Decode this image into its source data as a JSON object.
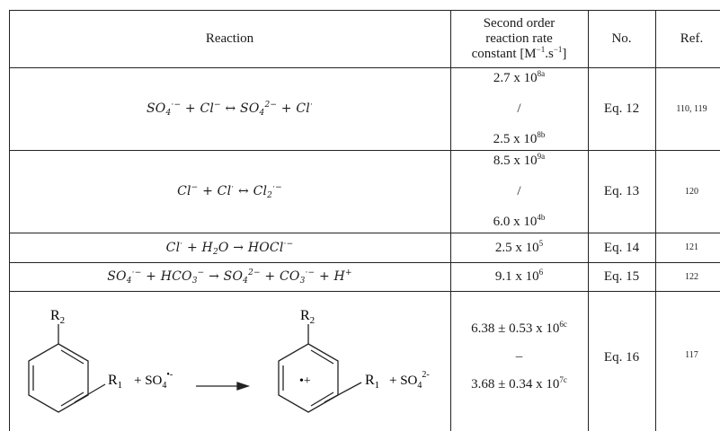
{
  "header": {
    "reaction": "Reaction",
    "rate_line1": "Second order",
    "rate_line2": "reaction rate",
    "rate_line3_prefix": "constant [M",
    "rate_line3_exp1": "−1",
    "rate_line3_mid": ".s",
    "rate_line3_exp2": "−1",
    "rate_line3_suffix": "]",
    "no": "No.",
    "ref": "Ref."
  },
  "rows": [
    {
      "lhs1": "SO",
      "lhs1_sub": "4",
      "lhs1_sup": "·−",
      "lhs2": "Cl",
      "lhs2_sup": "−",
      "arrow": "↔",
      "rhs1": "SO",
      "rhs1_sub": "4",
      "rhs1_sup": "2−",
      "rhs2": "Cl",
      "rhs2_sup": "·",
      "rate_a": "2.7 x 10",
      "rate_a_sup": "8a",
      "sep": "/",
      "rate_b": "2.5 x 10",
      "rate_b_sup": "8b",
      "eq": "Eq. 12",
      "ref": "110, 119"
    },
    {
      "lhs1": "Cl",
      "lhs1_sup": "−",
      "lhs2": "Cl",
      "lhs2_sup": "·",
      "arrow": "↔",
      "rhs1": "Cl",
      "rhs1_sub": "2",
      "rhs1_sup": "·−",
      "rate_a": "8.5 x 10",
      "rate_a_sup": "9a",
      "sep": "/",
      "rate_b": "6.0 x 10",
      "rate_b_sup": "4b",
      "eq": "Eq. 13",
      "ref": "120"
    },
    {
      "lhs1": "Cl",
      "lhs1_sup": "·",
      "lhs2": "H",
      "lhs2_sub": "2",
      "lhs2_tail": "O",
      "arrow": "→",
      "rhs1": "HOCl",
      "rhs1_sup": "·−",
      "rate": "2.5 x 10",
      "rate_sup": "5",
      "eq": "Eq. 14",
      "ref": "121"
    },
    {
      "lhs1": "SO",
      "lhs1_sub": "4",
      "lhs1_sup": "·−",
      "lhs2": "HCO",
      "lhs2_sub": "3",
      "lhs2_sup": "−",
      "arrow": "→",
      "rhs1": "SO",
      "rhs1_sub": "4",
      "rhs1_sup": "2−",
      "rhs2": "CO",
      "rhs2_sub": "3",
      "rhs2_sup": "·−",
      "rhs3": "H",
      "rhs3_sup": "+",
      "rate": "9.1 x 10",
      "rate_sup": "6",
      "eq": "Eq. 15",
      "ref": "122"
    },
    {
      "scheme": {
        "r2_left": "R",
        "r2_left_sub": "2",
        "r1_left": "R",
        "r1_left_sub": "1",
        "plus1": "+ SO",
        "plus1_sub": "4",
        "plus1_sup": "•-",
        "r2_right": "R",
        "r2_right_sub": "2",
        "radical": "•+",
        "r1_right": "R",
        "r1_right_sub": "1",
        "plus2": "+ SO",
        "plus2_sub": "4",
        "plus2_sup": "2-"
      },
      "rate_a": "6.38 ± 0.53 x 10",
      "rate_a_sup": "6c",
      "sep": "–",
      "rate_b": "3.68 ± 0.34 x 10",
      "rate_b_sup": "7c",
      "eq": "Eq. 16",
      "ref": "117"
    }
  ]
}
